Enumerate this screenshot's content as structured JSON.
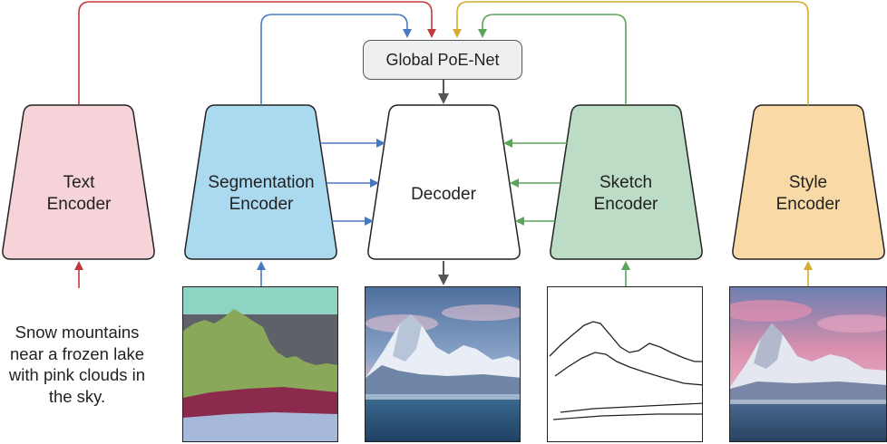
{
  "global_net": {
    "label": "Global PoE-Net"
  },
  "decoder": {
    "label": "Decoder"
  },
  "encoders": {
    "text": {
      "line1": "Text",
      "line2": "Encoder",
      "color": "#f5d3d8",
      "wire_color": "#c0393b"
    },
    "seg": {
      "line1": "Segmentation",
      "line2": "Encoder",
      "color": "#abd9ef",
      "wire_color": "#4a78c0"
    },
    "sketch": {
      "line1": "Sketch",
      "line2": "Encoder",
      "color": "#bcdcc5",
      "wire_color": "#5aa55a"
    },
    "style": {
      "line1": "Style",
      "line2": "Encoder",
      "color": "#f9d9a6",
      "wire_color": "#d4ac30"
    }
  },
  "text_input": "Snow mountains near a frozen lake with pink clouds in the sky.",
  "images": {
    "segmentation_map": "segmentation-map",
    "generated_output": "generated-mountain-image",
    "sketch": "sketch-image",
    "style_reference": "style-reference-image"
  }
}
